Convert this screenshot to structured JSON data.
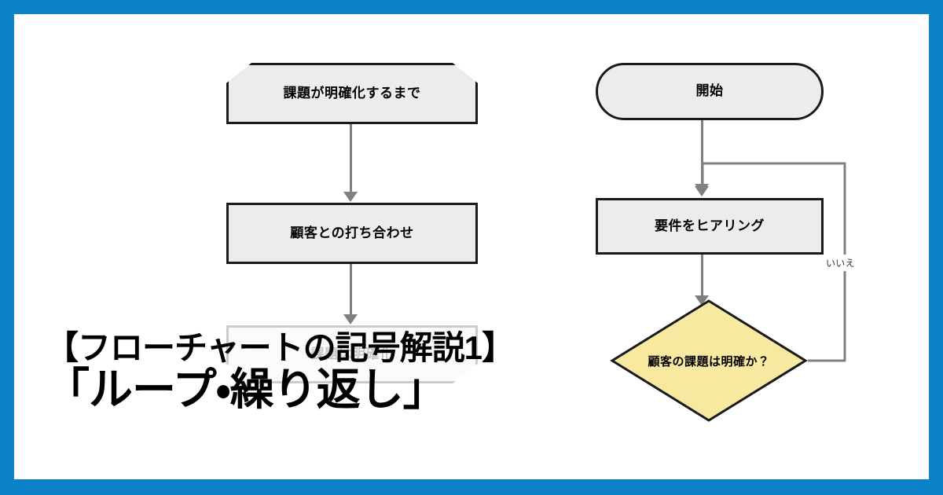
{
  "frame": {
    "border_color": "#0e82c8",
    "background": "#ffffff"
  },
  "headline": {
    "line1": "【フローチャートの記号解説1】",
    "line2": "「ループ・繰り返し」"
  },
  "palette": {
    "node_fill": "#ececec",
    "node_stroke": "#1a1a1a",
    "decision_fill": "#f7e9a0",
    "connector": "#808080",
    "accent_blue": "#0e82c8"
  },
  "left_flow": {
    "title": "loop-example",
    "nodes": [
      {
        "id": "loop-start",
        "shape": "loop-start",
        "label": "課題が明確化するまで"
      },
      {
        "id": "meeting",
        "shape": "process",
        "label": "顧客との打ち合わせ"
      },
      {
        "id": "loop-end",
        "shape": "loop-end",
        "label": "課題は明確化"
      }
    ],
    "connectors": [
      {
        "from": "loop-start",
        "to": "meeting",
        "label": ""
      },
      {
        "from": "meeting",
        "to": "loop-end",
        "label": ""
      }
    ]
  },
  "right_flow": {
    "title": "decision-loop-example",
    "nodes": [
      {
        "id": "start",
        "shape": "terminator",
        "label": "開始"
      },
      {
        "id": "hearing",
        "shape": "process",
        "label": "要件をヒアリング"
      },
      {
        "id": "decision",
        "shape": "decision",
        "label": "顧客の課題は明確か？"
      }
    ],
    "connectors": [
      {
        "from": "start",
        "to": "hearing",
        "label": ""
      },
      {
        "from": "hearing",
        "to": "decision",
        "label": ""
      },
      {
        "from": "decision",
        "to": "hearing",
        "label": "いいえ"
      }
    ]
  }
}
